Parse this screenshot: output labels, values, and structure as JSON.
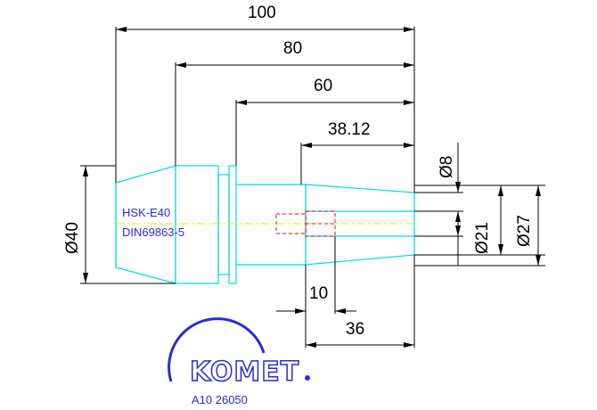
{
  "dimensions": {
    "d100": "100",
    "d80": "80",
    "d60": "60",
    "d38": "38.12",
    "dia8": "Ø8",
    "dia40": "Ø40",
    "dia21": "Ø21",
    "dia27": "Ø27",
    "d10": "10",
    "d36": "36"
  },
  "labels": {
    "line1": "HSK-E40",
    "line2": "DIN69863-5"
  },
  "logo": {
    "brand": "KOMET",
    "article": "A10 26050"
  },
  "colors": {
    "part_outline": "#00d8e8",
    "hidden_lines": "#ff0000",
    "center_line": "#e8e800",
    "text_blue": "#2b2bd0"
  }
}
